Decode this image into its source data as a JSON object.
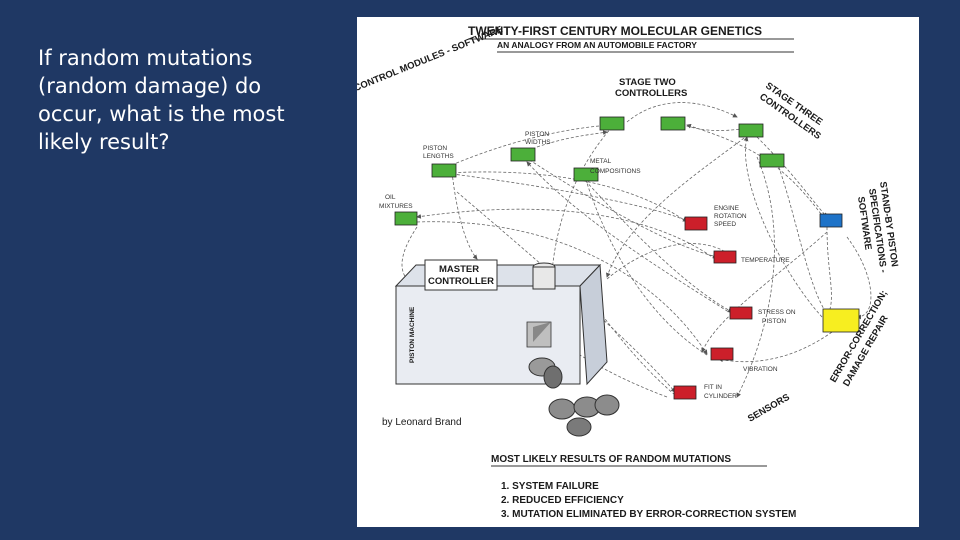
{
  "question": {
    "lines": [
      "If random mutations",
      "(random damage) do",
      "occur, what is the most",
      "likely result?"
    ]
  },
  "diagram": {
    "title": "TWENTY-FIRST CENTURY MOLECULAR GENETICS",
    "subtitle": "AN ANALOGY FROM AN AUTOMOBILE FACTORY",
    "control_modules": "CONTROL MODULES - SOFTWARE",
    "stage_two": [
      "STAGE TWO",
      "CONTROLLERS"
    ],
    "stage_three": [
      "STAGE THREE",
      "CONTROLLERS"
    ],
    "standby": [
      "STAND-BY PISTON",
      "SPECIFICATIONS -",
      "SOFTWARE"
    ],
    "error_correction": [
      "ERROR-CORRECTION;",
      "DAMAGE REPAIR"
    ],
    "sensors": "SENSORS",
    "master": [
      "MASTER",
      "CONTROLLER"
    ],
    "piston_machine": "PISTON MACHINE",
    "credit": "by Leonard Brand",
    "module_labels": {
      "piston_lengths": [
        "PISTON",
        "LENGTHS"
      ],
      "piston_widths": [
        "PISTON",
        "WIDTHS"
      ],
      "metal_compositions": [
        "METAL",
        "COMPOSITIONS"
      ],
      "oil_mixtures": [
        "OIL",
        "MIXTURES"
      ]
    },
    "sensor_labels": {
      "engine_rotation_speed": [
        "ENGINE",
        "ROTATION",
        "SPEED"
      ],
      "temperature": "TEMPERATURE",
      "stress_on_piston": [
        "STRESS ON",
        "PISTON"
      ],
      "vibration": "VIBRATION",
      "fit_in_cylinder": [
        "FIT IN",
        "CYLINDER"
      ]
    },
    "colors": {
      "module": "#4caf3a",
      "sensor": "#cc1f2a",
      "standby": "#1e73c8",
      "error": "#f7ee20",
      "background": "#1f3864"
    },
    "results_title": "MOST LIKELY RESULTS OF RANDOM MUTATIONS",
    "results": [
      "1.  SYSTEM FAILURE",
      "2.  REDUCED EFFICIENCY",
      "3.  MUTATION ELIMINATED BY ERROR-CORRECTION SYSTEM"
    ]
  }
}
